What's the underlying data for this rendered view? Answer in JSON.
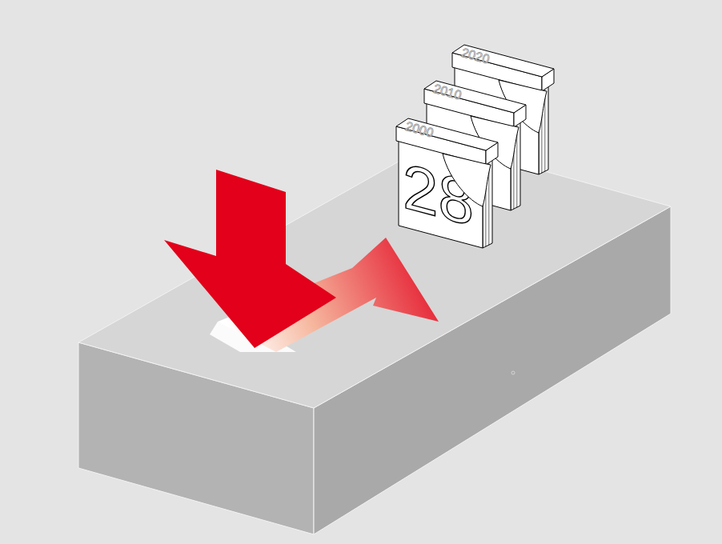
{
  "diagram": {
    "nodes": [
      {
        "text": [
          "2000",
          "28"
        ]
      },
      {
        "text": [
          "2010"
        ]
      },
      {
        "text": [
          "2020"
        ]
      }
    ]
  }
}
